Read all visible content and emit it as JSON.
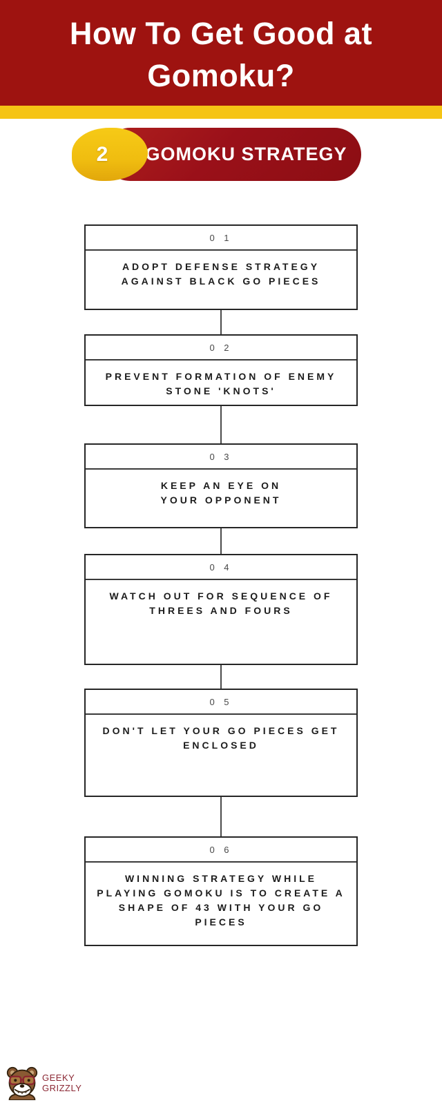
{
  "header": {
    "title_line1": "How To Get Good at",
    "title_line2": "Gomoku?",
    "bg_color": "#9e1310",
    "stripe_color": "#f5c414",
    "text_color": "#ffffff"
  },
  "section_badge": {
    "number": "2",
    "label": "GOMOKU STRATEGY",
    "pill_color": "#9a1019",
    "circle_color": "#f0bd10",
    "text_color": "#ffffff"
  },
  "steps": [
    {
      "number": "0 1",
      "text": "ADOPT DEFENSE STRATEGY\nAGAINST BLACK GO PIECES"
    },
    {
      "number": "0 2",
      "text": "PREVENT FORMATION OF ENEMY\nSTONE 'KNOTS'"
    },
    {
      "number": "0 3",
      "text": "KEEP AN EYE ON\nYOUR OPPONENT"
    },
    {
      "number": "0 4",
      "text": "WATCH OUT FOR SEQUENCE OF\nTHREES AND FOURS"
    },
    {
      "number": "0 5",
      "text": "DON'T LET YOUR GO PIECES GET\nENCLOSED"
    },
    {
      "number": "0 6",
      "text": "WINNING STRATEGY WHILE\nPLAYING GOMOKU IS TO CREATE A\nSHAPE OF 43 WITH YOUR GO\nPIECES"
    }
  ],
  "footer": {
    "brand_line1": "GEEKY",
    "brand_line2": "GRIZZLY",
    "brand_color": "#8b2834"
  }
}
